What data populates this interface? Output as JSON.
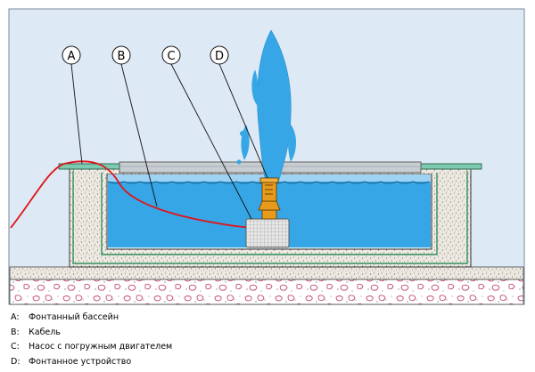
{
  "callouts": [
    {
      "id": "a",
      "letter": "A",
      "description": "Фонтанный бассейн"
    },
    {
      "id": "b",
      "letter": "B",
      "description": "Кабель"
    },
    {
      "id": "c",
      "letter": "C",
      "description": "Насос с погружным двигателем"
    },
    {
      "id": "d",
      "letter": "D",
      "description": "Фонтанное устройство"
    }
  ],
  "colors": {
    "sky": "#dde9f4",
    "water": "#36a6e6",
    "water_light": "#9fd3f4",
    "concrete": "#ede9e1",
    "rim": "#7ccab0",
    "cable": "#e0141a",
    "nozzle": "#e89a1c",
    "pump": "#d9d9d9",
    "ground": "#ffffff"
  }
}
